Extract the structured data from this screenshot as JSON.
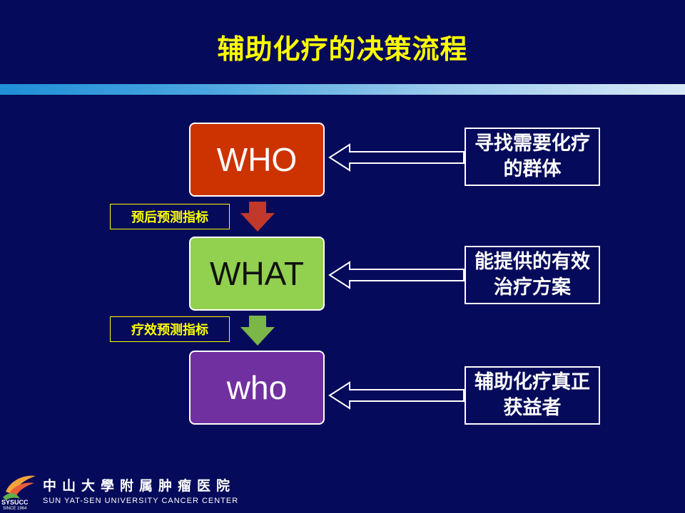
{
  "title": "辅助化疗的决策流程",
  "flow": {
    "box1": "WHO",
    "box2": "WHAT",
    "box3": "who",
    "indicator1": "预后预测指标",
    "indicator2": "疗效预测指标"
  },
  "notes": {
    "n1": "寻找需要化疗的群体",
    "n2": "能提供的有效治疗方案",
    "n3": "辅助化疗真正获益者"
  },
  "colors": {
    "background": "#050a5a",
    "title": "#ffff00",
    "who_box": "#cc3300",
    "what_box": "#92d050",
    "who2_box": "#7030a0",
    "arrow_red": "#c0392b",
    "arrow_green": "#7ab648"
  },
  "logo": {
    "badge": "SYSUCC",
    "since": "SINCE 1964",
    "cn_name": "中山大學附属肿瘤医院",
    "en_name": "SUN YAT-SEN UNIVERSITY CANCER  CENTER"
  }
}
